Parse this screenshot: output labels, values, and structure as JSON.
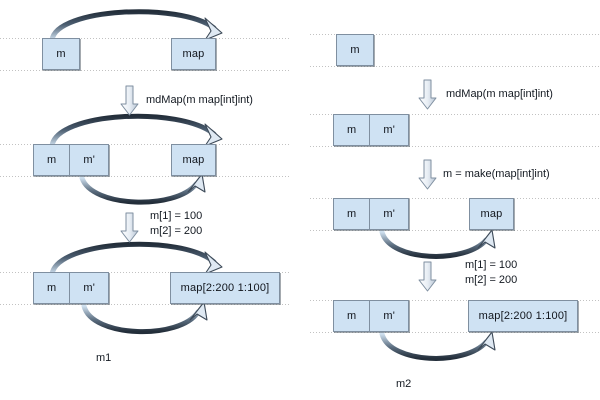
{
  "diagram": {
    "title_left": "m1",
    "title_right": "m2",
    "colors": {
      "box_fill": "#cfe2f3",
      "box_stroke": "#7f8fa0",
      "arrow_dark": "#2b3642",
      "arrow_light": "#c9dcee",
      "guide_line": "#bdbdbd",
      "text": "#141a22"
    },
    "left_column": {
      "name": "m1",
      "rows": [
        {
          "id": "row1",
          "boxes": [
            {
              "cells": [
                "m"
              ]
            },
            {
              "cells": [
                "map"
              ]
            }
          ],
          "arrows": [
            "top-curve"
          ]
        },
        {
          "id": "row2",
          "boxes": [
            {
              "cells": [
                "m",
                "m'"
              ]
            },
            {
              "cells": [
                "map"
              ]
            }
          ],
          "arrows": [
            "top-curve",
            "bottom-curve"
          ]
        },
        {
          "id": "row3",
          "boxes": [
            {
              "cells": [
                "m",
                "m'"
              ]
            },
            {
              "cells": [
                "map[2:200 1:100]"
              ]
            }
          ],
          "arrows": [
            "top-curve",
            "bottom-curve"
          ]
        }
      ],
      "steps": [
        {
          "id": "step1",
          "label": "mdMap(m map[int]int)"
        },
        {
          "id": "step2",
          "label_lines": [
            "m[1] = 100",
            "m[2] = 200"
          ]
        }
      ]
    },
    "right_column": {
      "name": "m2",
      "rows": [
        {
          "id": "row1",
          "boxes": [
            {
              "cells": [
                "m"
              ]
            }
          ],
          "arrows": []
        },
        {
          "id": "row2",
          "boxes": [
            {
              "cells": [
                "m",
                "m'"
              ]
            }
          ],
          "arrows": []
        },
        {
          "id": "row3",
          "boxes": [
            {
              "cells": [
                "m",
                "m'"
              ]
            },
            {
              "cells": [
                "map"
              ]
            }
          ],
          "arrows": [
            "bottom-curve"
          ]
        },
        {
          "id": "row4",
          "boxes": [
            {
              "cells": [
                "m",
                "m'"
              ]
            },
            {
              "cells": [
                "map[2:200 1:100]"
              ]
            }
          ],
          "arrows": [
            "bottom-curve"
          ]
        }
      ],
      "steps": [
        {
          "id": "step1",
          "label": "mdMap(m map[int]int)"
        },
        {
          "id": "step2",
          "label": "m = make(map[int]int)"
        },
        {
          "id": "step3",
          "label_lines": [
            "m[1] = 100",
            "m[2] = 200"
          ]
        }
      ]
    }
  },
  "labels": {
    "l_step1": "mdMap(m map[int]int)",
    "l_step2_a": "m[1] = 100",
    "l_step2_b": "m[2] = 200",
    "r_step1": "mdMap(m map[int]int)",
    "r_step2": "m = make(map[int]int)",
    "r_step3_a": "m[1] = 100",
    "r_step3_b": "m[2] = 200",
    "left_name": "m1",
    "right_name": "m2"
  },
  "boxtext": {
    "m": "m",
    "mprime": "m'",
    "map": "map",
    "map_filled": "map[2:200 1:100]"
  }
}
